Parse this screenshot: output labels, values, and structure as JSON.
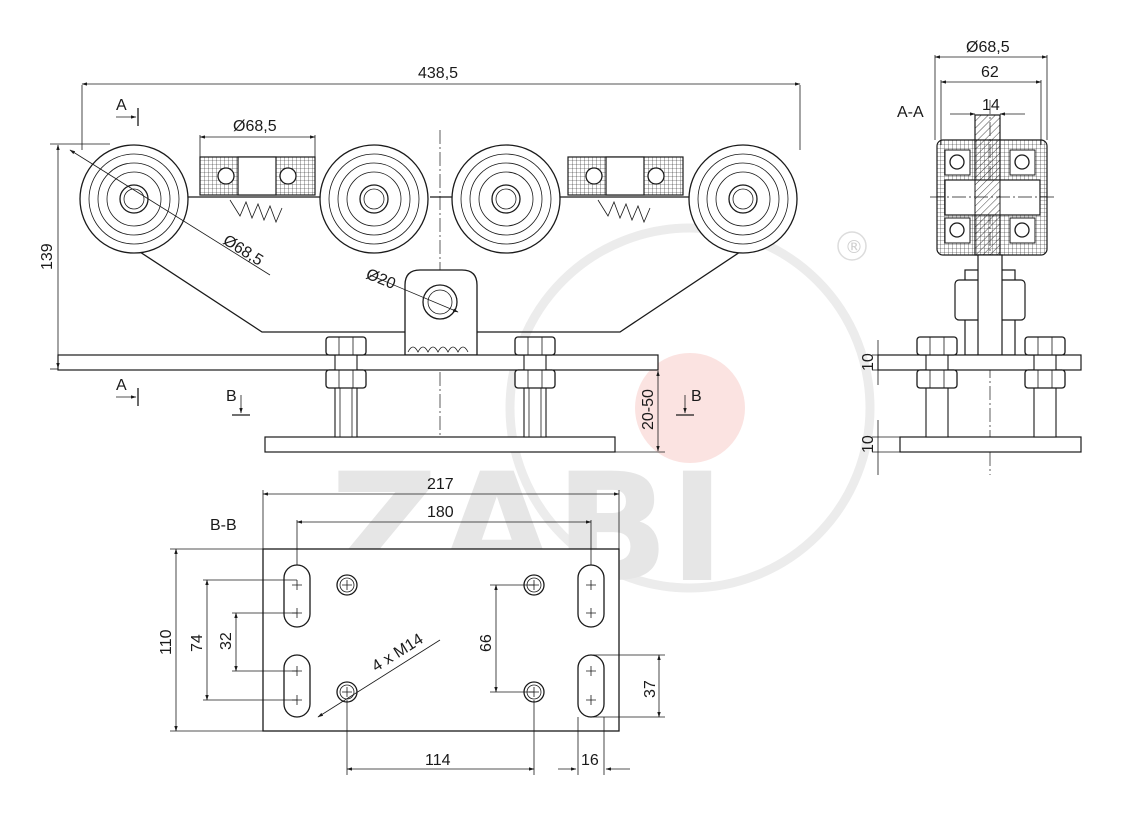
{
  "watermark": {
    "brand": "ZABI",
    "registered": "®"
  },
  "front_view": {
    "overall_width": "438,5",
    "height": "139",
    "wheel_dia_top": "Ø68,5",
    "wheel_dia_diag": "Ø68,5",
    "pin_dia": "Ø20",
    "adjust_range": "20-50",
    "section_a": "A",
    "section_b": "B"
  },
  "section_aa": {
    "title": "A-A",
    "wheel_dia": "Ø68,5",
    "width_62": "62",
    "width_14": "14",
    "plate_thk_top": "10",
    "plate_thk_bottom": "10"
  },
  "section_bb": {
    "title": "B-B",
    "plate_len": "217",
    "slot_span": "180",
    "plate_width": "110",
    "slot_outer": "74",
    "slot_inner": "32",
    "hole_label": "4 x M14",
    "hole_vert": "66",
    "slot_len": "37",
    "hole_span": "114",
    "slot_width": "16"
  },
  "colors": {
    "line": "#1a1a1a",
    "watermark": "#e6e6e6",
    "accent_red": "#f3c7c4"
  }
}
